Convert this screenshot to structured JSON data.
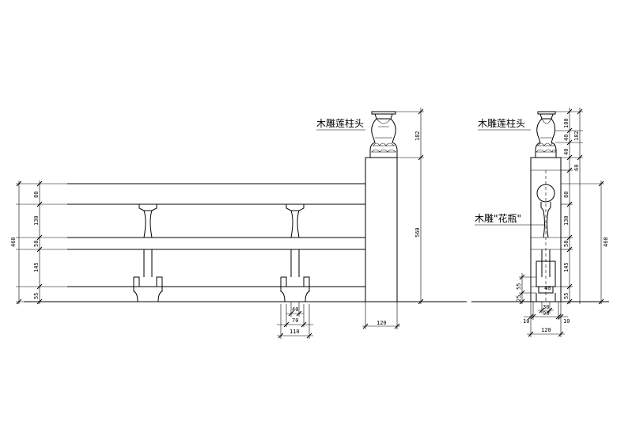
{
  "left_view": {
    "label_post_head": "木雕莲柱头",
    "dims_left": [
      "80",
      "130",
      "50",
      "145",
      "55"
    ],
    "dim_total_left": "460",
    "dim_post_height": "560",
    "dim_post_top": "182",
    "dims_bottom": [
      "40",
      "70",
      "110"
    ],
    "dim_post_width": "120"
  },
  "right_view": {
    "label_post_head": "木雕莲柱头",
    "label_vase": "木雕\"花瓶\"",
    "dims_top": [
      "100",
      "40",
      "182",
      "40"
    ],
    "dims_right": [
      "60",
      "80",
      "130",
      "50",
      "145",
      "55"
    ],
    "dim_total_right": "460",
    "dims_left_small": [
      "55",
      "25"
    ],
    "dims_bottom": [
      "40",
      "30",
      "10",
      "90",
      "10",
      "120"
    ]
  }
}
